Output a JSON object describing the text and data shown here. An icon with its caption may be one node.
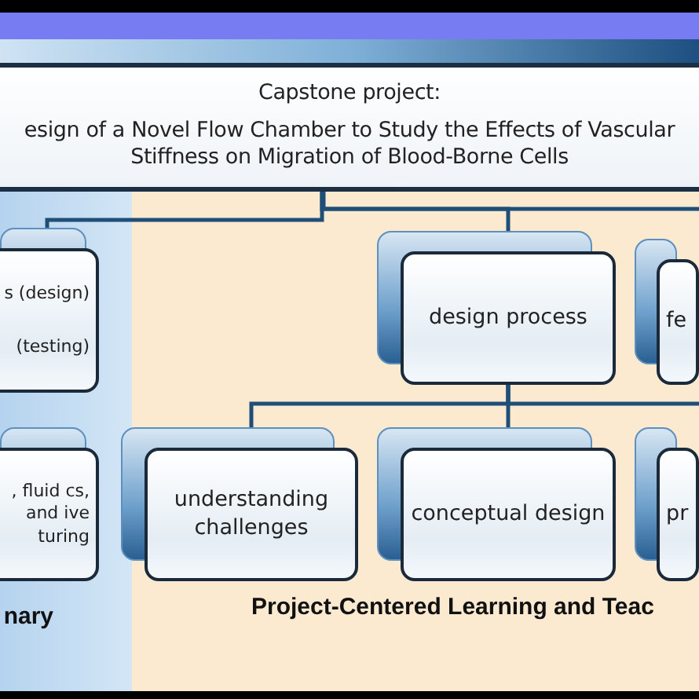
{
  "diagram": {
    "nodes": [
      {
        "text": [
          "Capstone project:",
          "esign of a Novel Flow Chamber to Study the Effects of Vascular Stiffness on Migration of Blood-Borne Cells"
        ]
      },
      {
        "text": [
          "nary"
        ]
      },
      {
        "text": [
          "Project-Centered Learning and Teac"
        ]
      },
      {
        "text": [
          "s (design)",
          "(testing)"
        ],
        "in": 1
      },
      {
        "text": [
          ", fluid cs, and ive turing"
        ],
        "in": 1
      },
      {
        "text": [
          "design process"
        ],
        "in": 2
      },
      {
        "text": [
          "fe"
        ],
        "in": 2
      },
      {
        "text": [
          "understanding challenges"
        ],
        "in": 2
      },
      {
        "text": [
          "conceptual design"
        ],
        "in": 2
      },
      {
        "text": [
          "pr"
        ],
        "in": 2
      }
    ],
    "edges": [
      {
        "from": 0,
        "to": 5,
        "arrow": "none"
      },
      {
        "from": 0,
        "to": 1,
        "arrow": "none"
      },
      {
        "from": 0,
        "to": null,
        "arrow": "none"
      },
      {
        "from": 5,
        "to": 7,
        "arrow": "none"
      },
      {
        "from": 5,
        "to": 8,
        "arrow": "none"
      },
      {
        "from": 5,
        "to": null,
        "arrow": "none"
      }
    ]
  }
}
